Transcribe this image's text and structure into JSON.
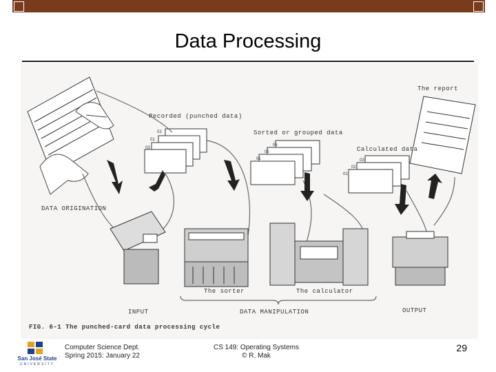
{
  "slide": {
    "title": "Data Processing",
    "page_number": "29"
  },
  "figure": {
    "labels": {
      "report": "The report",
      "recorded": "Recorded (punched data)",
      "sorted": "Sorted or grouped data",
      "calculated": "Calculated data",
      "origination": "DATA ORIGINATION",
      "sorter": "The sorter",
      "calculator": "The calculator",
      "input": "INPUT",
      "manipulation": "DATA MANIPULATION",
      "output": "OUTPUT",
      "caption": "FIG. 6-1   The punched-card data processing cycle"
    }
  },
  "footer": {
    "dept": "Computer Science Dept.",
    "term": "Spring 2015: January 22",
    "course": "CS 149: Operating Systems",
    "author": "© R. Mak"
  },
  "logo": {
    "name": "San José State",
    "sub": "UNIVERSITY"
  },
  "colors": {
    "header_bar": "#7a3b1c",
    "logo_blue": "#1f3f8f",
    "logo_gold": "#e3a21a"
  }
}
